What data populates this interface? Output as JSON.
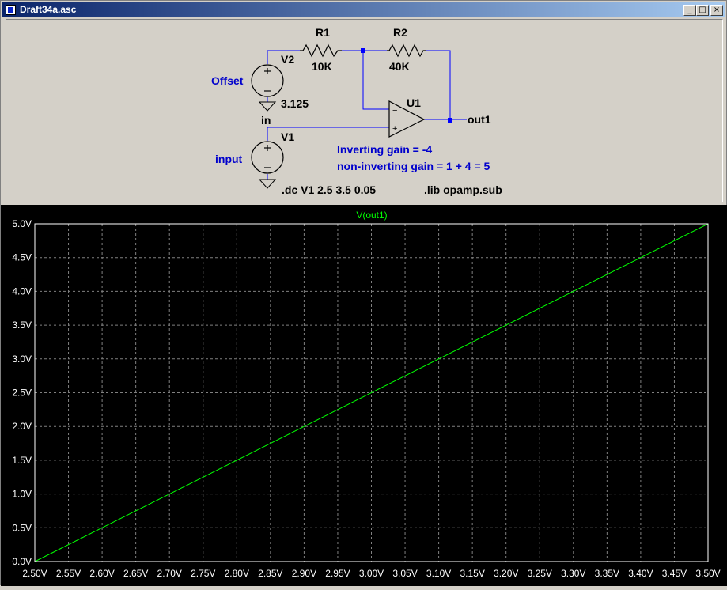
{
  "window": {
    "title": "Draft34a.asc",
    "buttons": {
      "minimize": "_",
      "maximize": "□",
      "close": "×"
    }
  },
  "schematic": {
    "r1": {
      "name": "R1",
      "value": "10K"
    },
    "r2": {
      "name": "R2",
      "value": "40K"
    },
    "v2": {
      "name": "V2",
      "label": "Offset",
      "value": "3.125"
    },
    "v1": {
      "name": "V1",
      "label": "input"
    },
    "u1": {
      "name": "U1"
    },
    "net_in": "in",
    "net_out": "out1",
    "note_inv": "Inverting gain = -4",
    "note_noninv": "non-inverting gain = 1 + 4 = 5",
    "directive_dc": ".dc V1 2.5 3.5 0.05",
    "directive_lib": ".lib opamp.sub",
    "pin_minus": "−",
    "pin_plus": "+"
  },
  "colors": {
    "wire": "#0000ff",
    "component": "#000000",
    "trace": "#00ff00",
    "grid": "#808080",
    "label": "#0000cc"
  },
  "chart_data": {
    "type": "line",
    "title": "V(out1)",
    "xlabel": "",
    "ylabel": "",
    "xlim": [
      2.5,
      3.5
    ],
    "ylim": [
      0.0,
      5.0
    ],
    "grid": true,
    "x_ticks": [
      "2.50V",
      "2.55V",
      "2.60V",
      "2.65V",
      "2.70V",
      "2.75V",
      "2.80V",
      "2.85V",
      "2.90V",
      "2.95V",
      "3.00V",
      "3.05V",
      "3.10V",
      "3.15V",
      "3.20V",
      "3.25V",
      "3.30V",
      "3.35V",
      "3.40V",
      "3.45V",
      "3.50V"
    ],
    "y_ticks": [
      "0.0V",
      "0.5V",
      "1.0V",
      "1.5V",
      "2.0V",
      "2.5V",
      "3.0V",
      "3.5V",
      "4.0V",
      "4.5V",
      "5.0V"
    ],
    "series": [
      {
        "name": "V(out1)",
        "x": [
          2.5,
          3.5
        ],
        "y": [
          0.0,
          5.0
        ]
      }
    ]
  }
}
